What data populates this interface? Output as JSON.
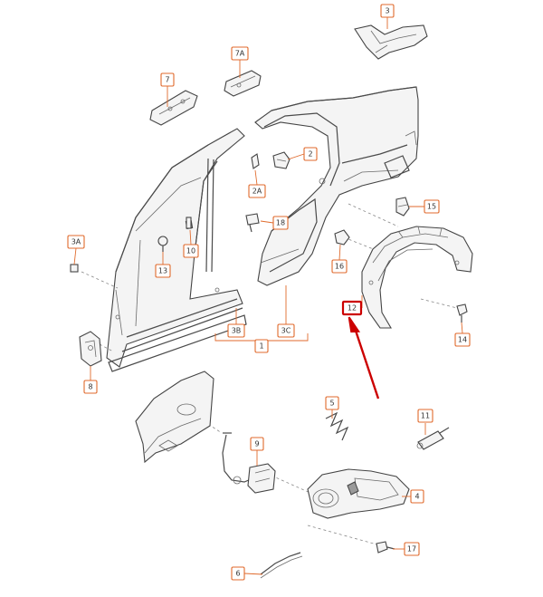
{
  "diagram": {
    "highlight_color": "#cc0000",
    "callout_color": "#e06a2c",
    "callouts": {
      "c1": "1",
      "c2": "2",
      "c2a": "2A",
      "c3": "3",
      "c3a": "3A",
      "c3b": "3B",
      "c3c": "3C",
      "c4": "4",
      "c5": "5",
      "c6": "6",
      "c7": "7",
      "c7a": "7A",
      "c8": "8",
      "c9": "9",
      "c10": "10",
      "c11": "11",
      "c12": "12",
      "c13": "13",
      "c14": "14",
      "c15": "15",
      "c16": "16",
      "c17": "17",
      "c18": "18"
    },
    "highlighted_part": "12"
  }
}
